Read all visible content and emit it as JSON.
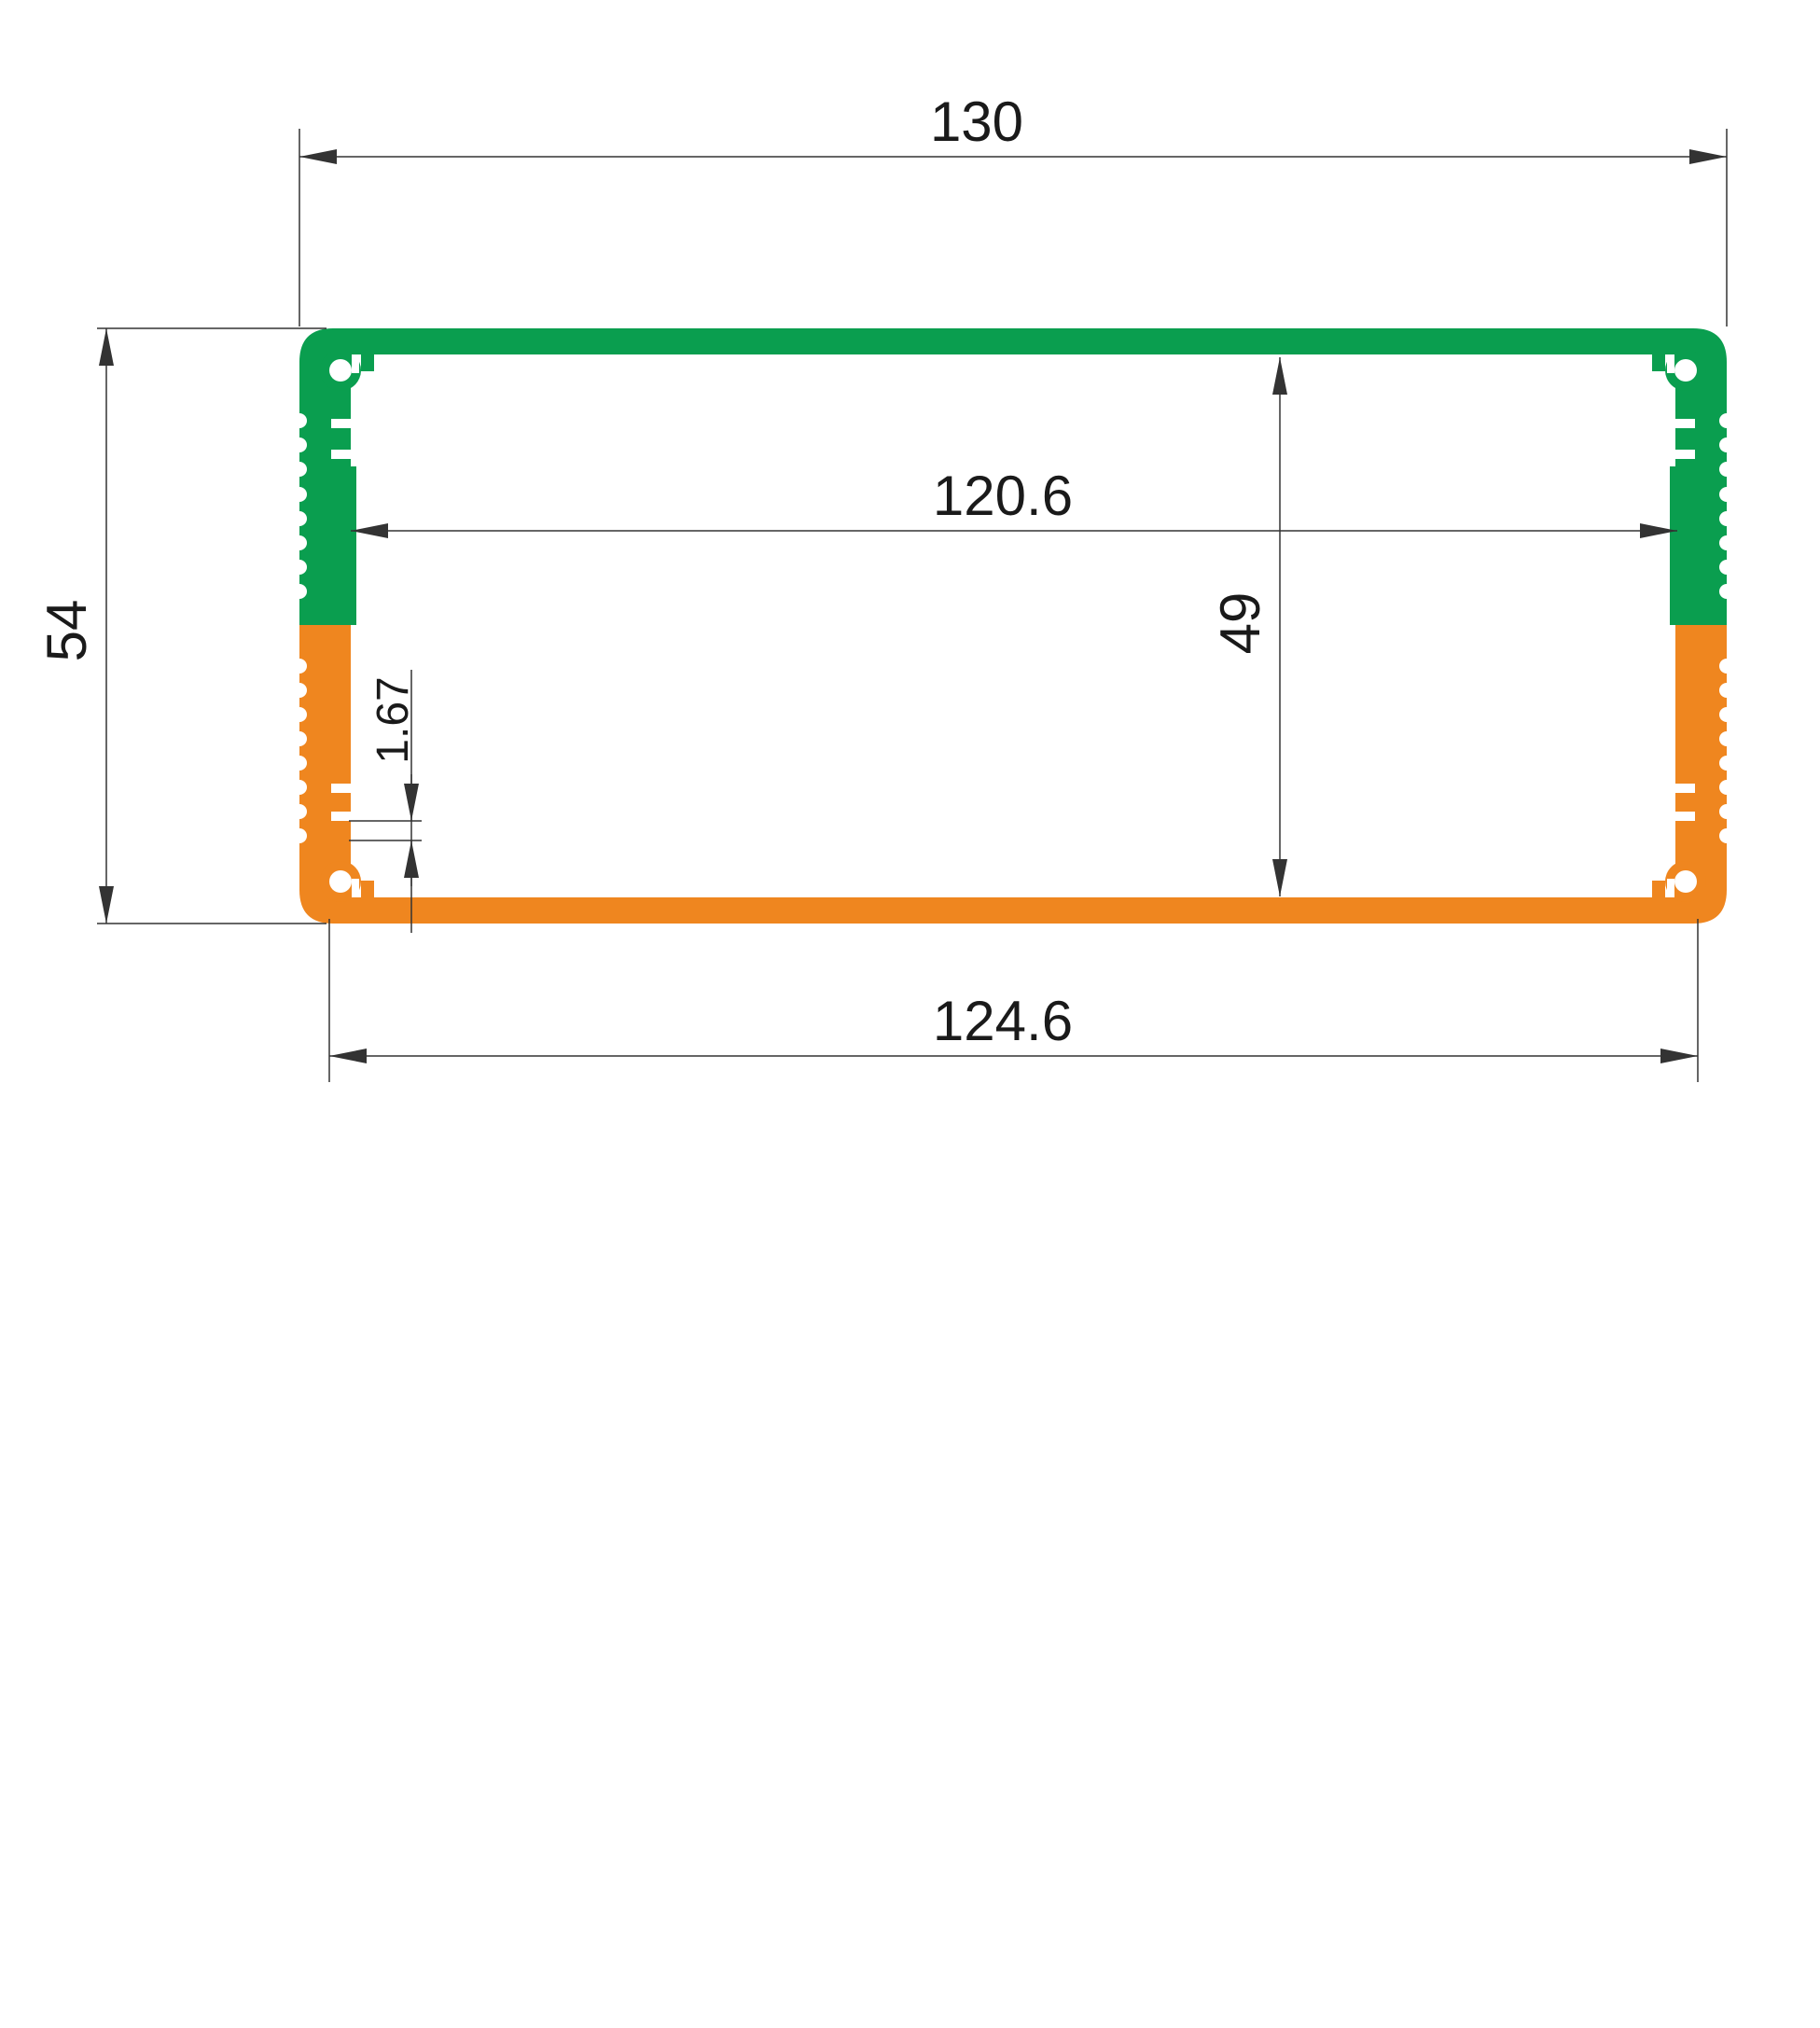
{
  "colors": {
    "upper_shell": "#0a9e4f",
    "lower_shell": "#ef861f",
    "dimension_line": "#333333",
    "text": "#1a1a1a",
    "background": "#ffffff"
  },
  "dimensions": {
    "overall_width": "130",
    "inner_width": "120.6",
    "base_width": "124.6",
    "overall_height": "54",
    "inner_height": "49",
    "wall_thickness": "1.67"
  }
}
